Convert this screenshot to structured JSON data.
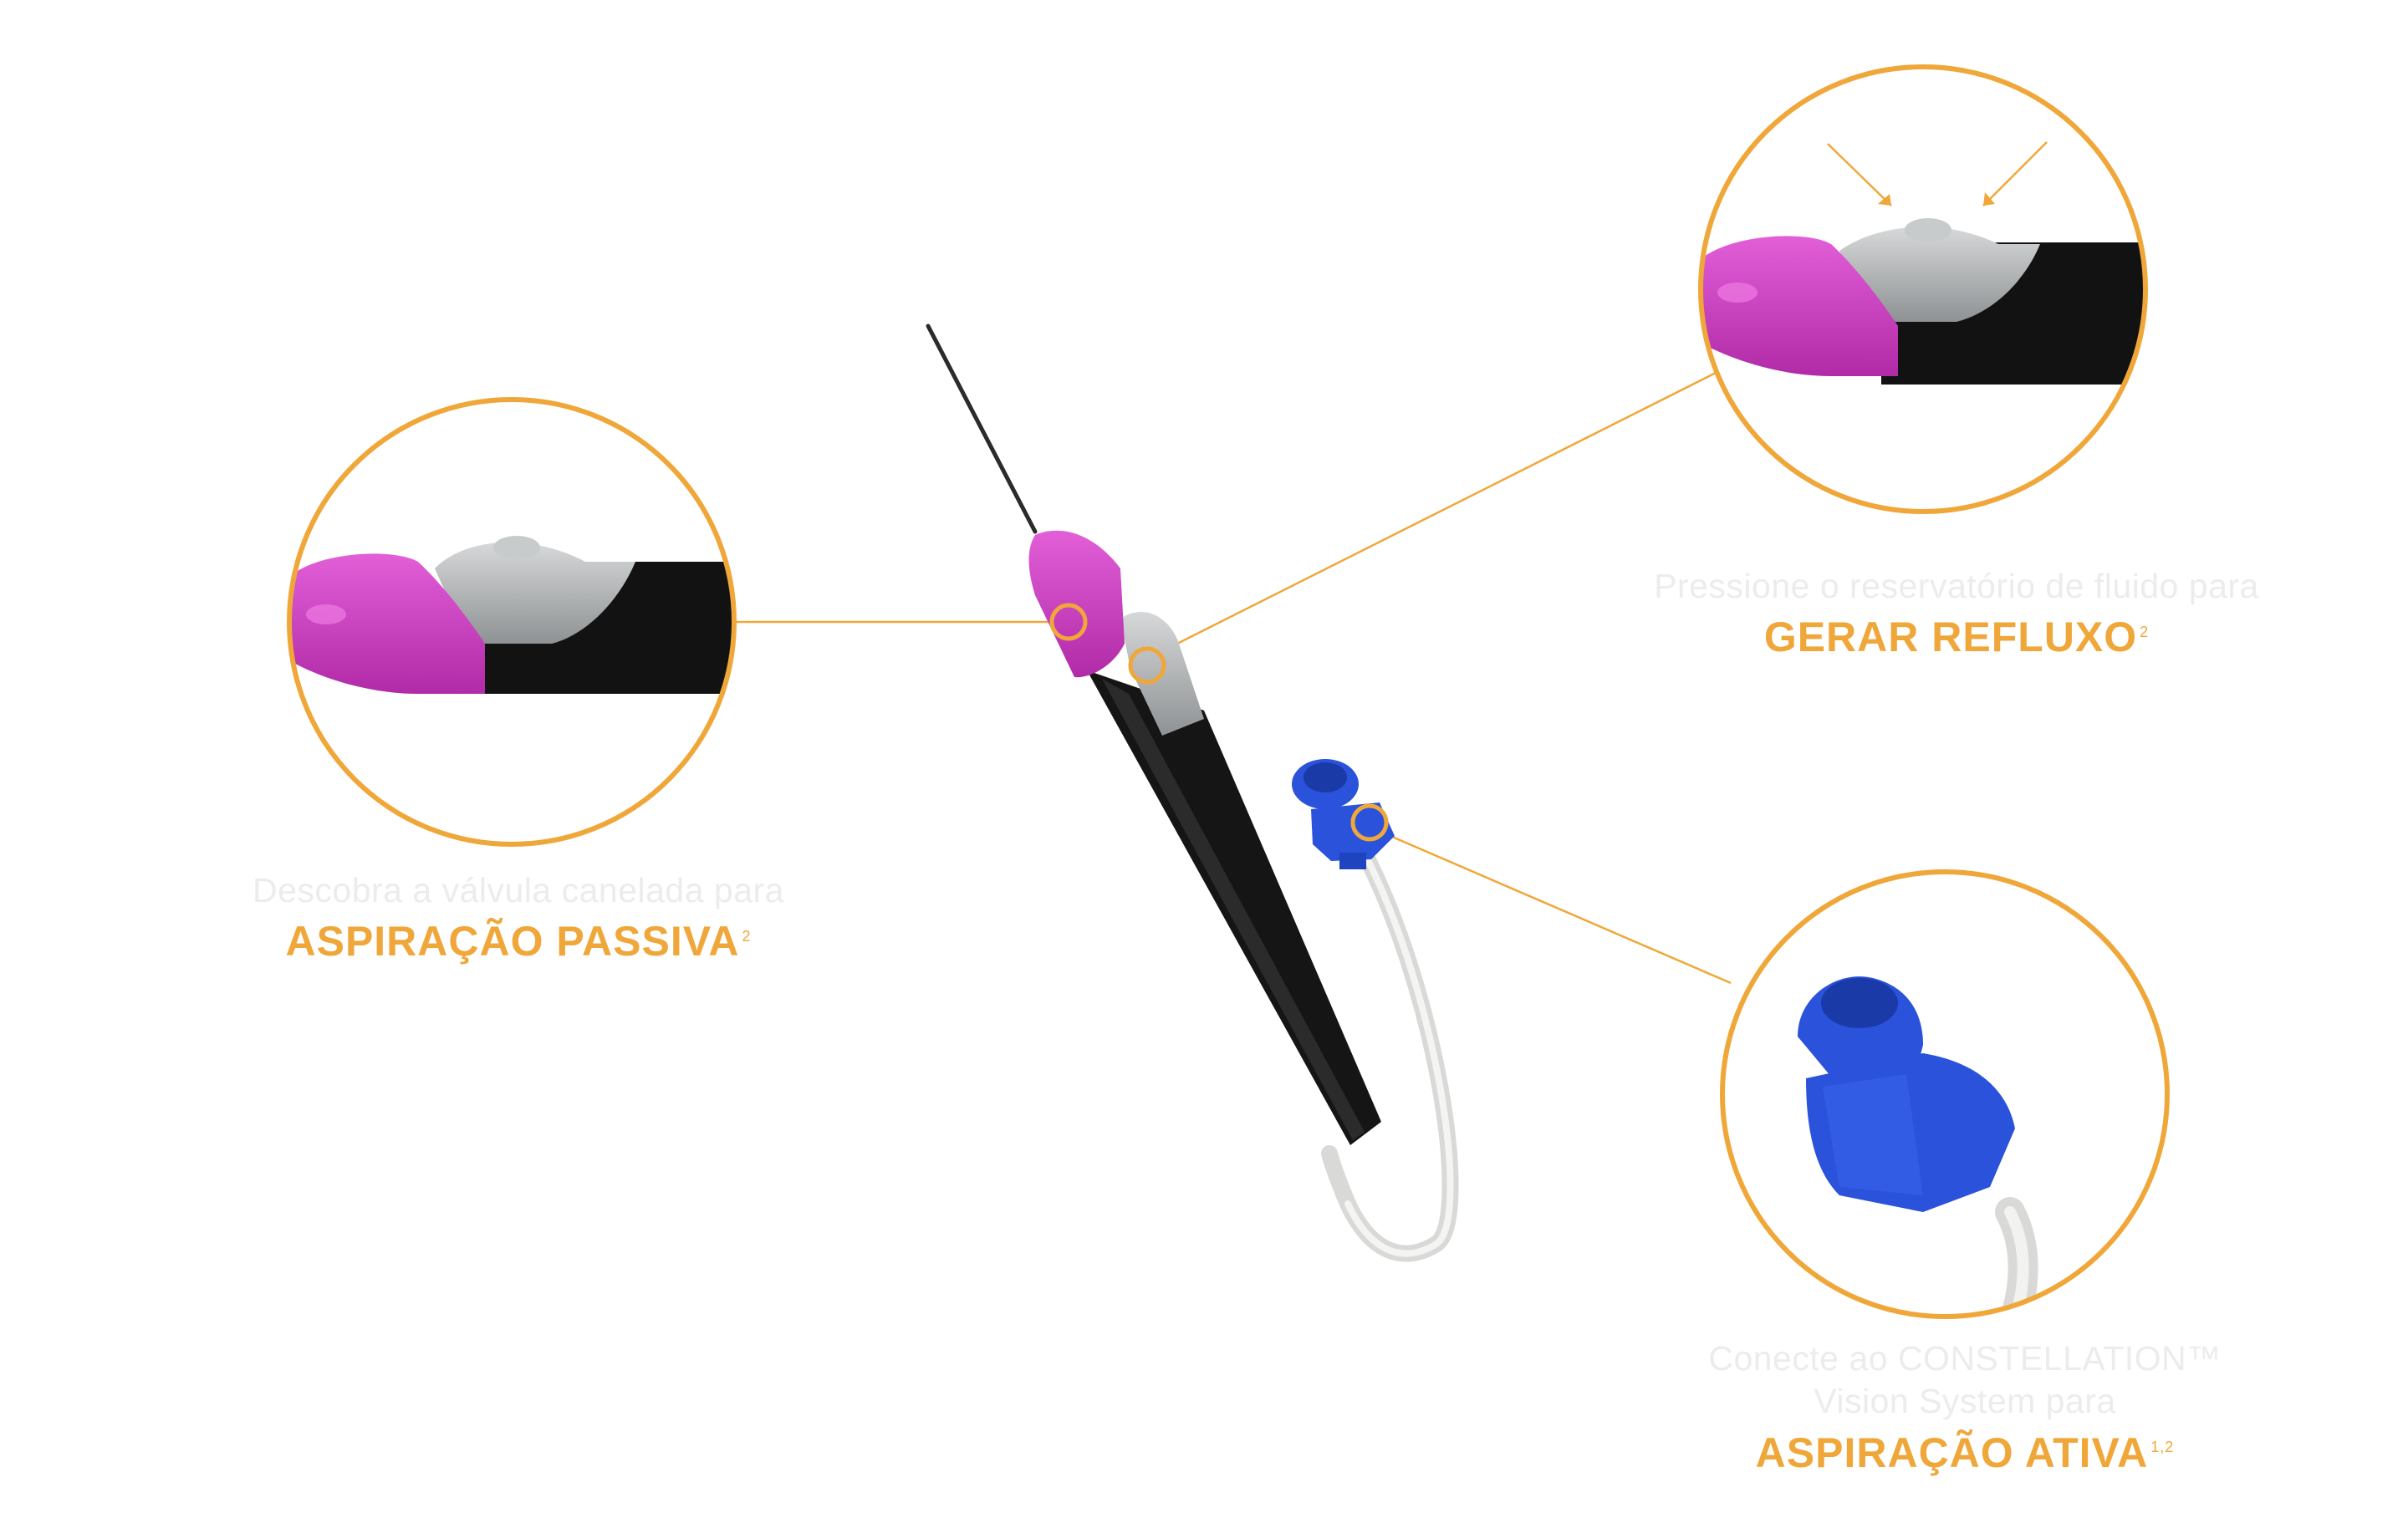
{
  "captions": {
    "passiva": {
      "description": "Descobra a válvula canelada para",
      "heading": "ASPIRAÇÃO PASSIVA",
      "sup": "2"
    },
    "refluxo": {
      "description": "Pressione o reservatório de fluido para",
      "heading": "GERAR REFLUXO",
      "sup": "2"
    },
    "ativa": {
      "description_line1": "Conecte ao CONSTELLATION™",
      "description_line2": "Vision System para",
      "heading": "ASPIRAÇÃO ATIVA",
      "sup": "1,2"
    }
  },
  "colors": {
    "accent": "#f0a73a",
    "handle": "#1b1b1b",
    "tip": "#cc3bc0",
    "reservoir": "#a9acae",
    "connector": "#2850d8",
    "tubing": "#e7e8e6",
    "caption_text": "#ececec"
  }
}
